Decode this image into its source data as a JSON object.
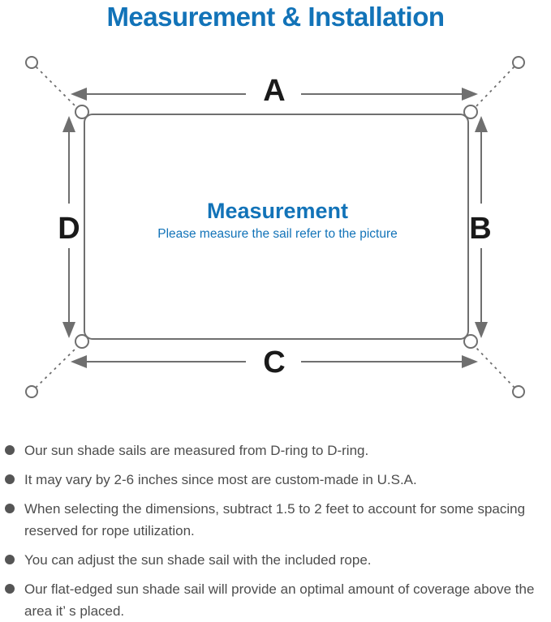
{
  "title": "Measurement & Installation",
  "colors": {
    "accent_blue": "#1273b8",
    "line_gray": "#6f6f6f",
    "label_black": "#1a1a1a",
    "note_text_gray": "#4d4d4d"
  },
  "diagram": {
    "heading": "Measurement",
    "subheading": "Please measure the sail refer to the picture",
    "labels": {
      "top": "A",
      "right": "B",
      "bottom": "C",
      "left": "D"
    }
  },
  "notes": [
    "Our sun shade sails are measured from D-ring to D-ring.",
    "It may vary by 2-6 inches since most are custom-made in U.S.A.",
    "When selecting the dimensions, subtract 1.5 to 2 feet to account for some spacing reserved for rope utilization.",
    "You can adjust the sun shade sail with the included rope.",
    "Our flat-edged sun shade sail will provide an optimal amount of coverage above the area it’ s placed."
  ]
}
